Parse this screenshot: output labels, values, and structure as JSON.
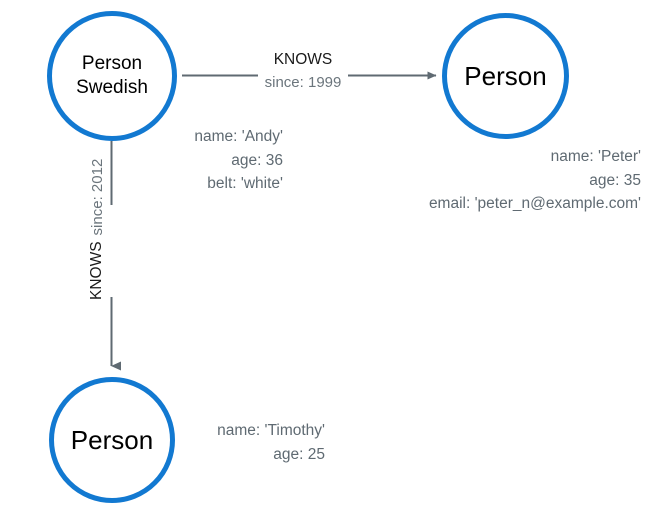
{
  "diagram": {
    "type": "property-graph",
    "background_color": "#ffffff",
    "node_stroke_color": "#1279d1",
    "edge_color": "#5f6a72",
    "label_color": "#1a1a1a",
    "property_color": "#5f6a72"
  },
  "nodes": [
    {
      "id": "andy",
      "labels": [
        "Person",
        "Swedish"
      ],
      "properties": [
        "name: 'Andy'",
        "age: 36",
        "belt: 'white'"
      ]
    },
    {
      "id": "peter",
      "labels": [
        "Person"
      ],
      "properties": [
        "name: 'Peter'",
        "age: 35",
        "email: 'peter_n@example.com'"
      ]
    },
    {
      "id": "timothy",
      "labels": [
        "Person"
      ],
      "properties": [
        "name: 'Timothy'",
        "age: 25"
      ]
    }
  ],
  "relationships": [
    {
      "id": "andy-knows-peter",
      "type": "KNOWS",
      "property": "since: 1999",
      "from": "andy",
      "to": "peter",
      "direction": "horizontal"
    },
    {
      "id": "andy-knows-timothy",
      "type": "KNOWS",
      "property": "since: 2012",
      "from": "andy",
      "to": "timothy",
      "direction": "vertical"
    }
  ]
}
